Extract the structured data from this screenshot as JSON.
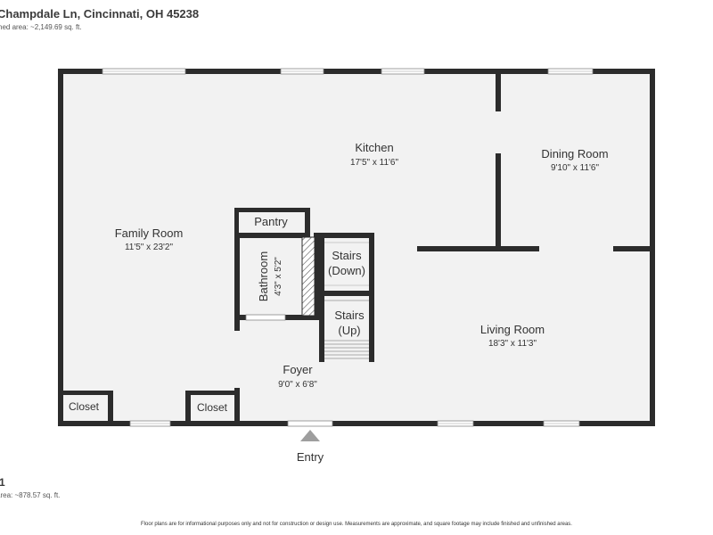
{
  "header": {
    "address": "Champdale Ln, Cincinnati, OH 45238",
    "area_text": "hed area: ~2,149.69 sq. ft."
  },
  "footer": {
    "level_text": "1",
    "level_area_text": "area: ~878.57 sq. ft.",
    "disclaimer": "Floor plans are for informational purposes only and not for construction or design use. Measurements are approximate, and square footage may include finished and unfinished areas."
  },
  "rooms": {
    "kitchen": {
      "name": "Kitchen",
      "dims": "17'5\" x 11'6\""
    },
    "dining_room": {
      "name": "Dining Room",
      "dims": "9'10\" x 11'6\""
    },
    "family_room": {
      "name": "Family Room",
      "dims": "11'5\" x 23'2\""
    },
    "pantry": {
      "name": "Pantry"
    },
    "bathroom": {
      "name": "Bathroom",
      "dims": "4'3\" x 5'2\""
    },
    "stairs_down": {
      "line1": "Stairs",
      "line2": "(Down)"
    },
    "stairs_up": {
      "line1": "Stairs",
      "line2": "(Up)"
    },
    "living_room": {
      "name": "Living Room",
      "dims": "18'3\" x 11'3\""
    },
    "foyer": {
      "name": "Foyer",
      "dims": "9'0\" x 6'8\""
    },
    "closet_left": {
      "name": "Closet"
    },
    "closet_right": {
      "name": "Closet"
    }
  },
  "entry": {
    "label": "Entry"
  },
  "colors": {
    "wall": "#2c2c2c",
    "floor": "#f2f2f2",
    "window": "#ffffff",
    "entry_arrow": "#9e9e9e"
  }
}
